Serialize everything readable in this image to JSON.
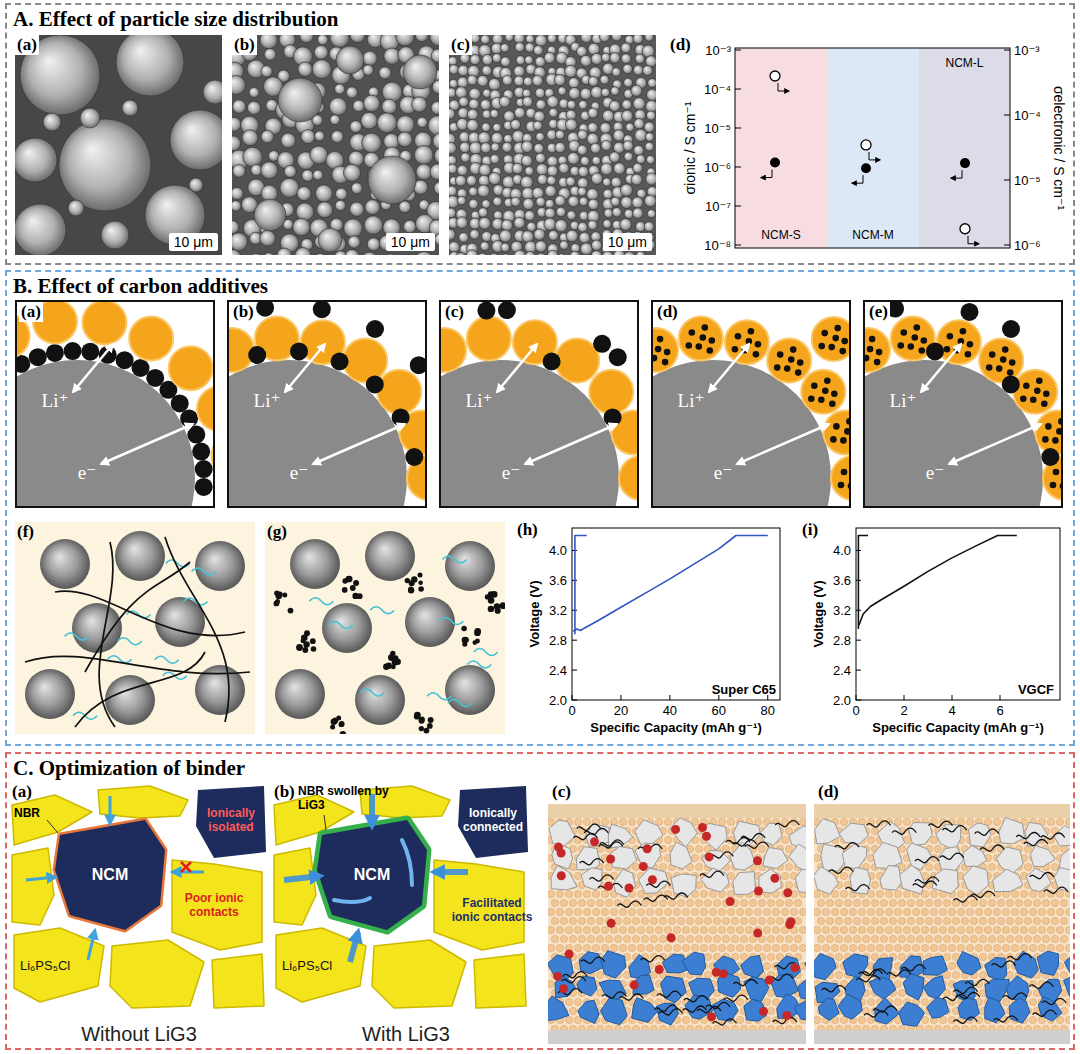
{
  "diagram": {
    "nodes": [
      {
        "text": [
          "A. Effect of particle size distribution"
        ]
      },
      {
        "text": [
          "(a)",
          "10 μm"
        ],
        "in": 0
      },
      {
        "text": [
          "(b)",
          "10 μm"
        ],
        "in": 0
      },
      {
        "text": [
          "(c)",
          "10 μm"
        ],
        "in": 0
      },
      {
        "text": [
          "(d)"
        ],
        "in": 0
      },
      {
        "text": [
          "NCM-S"
        ],
        "in": 4
      },
      {
        "text": [
          "NCM-M"
        ],
        "in": 4
      },
      {
        "text": [
          "NCM-L"
        ],
        "in": 4
      },
      {
        "text": [
          "B. Effect of carbon additives"
        ]
      },
      {
        "text": [
          "(a)"
        ],
        "in": 8
      },
      {
        "text": [
          "(b)"
        ],
        "in": 8
      },
      {
        "text": [
          "(c)"
        ],
        "in": 8
      },
      {
        "text": [
          "(d)"
        ],
        "in": 8
      },
      {
        "text": [
          "(e)"
        ],
        "in": 8
      },
      {
        "text": [
          "(f)"
        ],
        "in": 8
      },
      {
        "text": [
          "(g)"
        ],
        "in": 8
      },
      {
        "text": [
          "(h)",
          "Super C65"
        ],
        "in": 8
      },
      {
        "text": [
          "(i)",
          "VGCF"
        ],
        "in": 8
      },
      {
        "text": [
          "C. Optimization of binder"
        ]
      },
      {
        "text": [
          "(a)",
          "Without LiG3"
        ],
        "in": 18
      },
      {
        "text": [
          "NCM"
        ],
        "in": 19
      },
      {
        "text": [
          "Ionically isolated"
        ],
        "in": 19
      },
      {
        "text": [
          "(b)",
          "With LiG3"
        ],
        "in": 18
      },
      {
        "text": [
          "NCM"
        ],
        "in": 22
      },
      {
        "text": [
          "Ionically connected"
        ],
        "in": 22
      },
      {
        "text": [
          "(c)"
        ],
        "in": 18
      },
      {
        "text": [
          "(d)"
        ],
        "in": 18
      }
    ],
    "labels": [
      "σionic / S cm⁻¹",
      "σelectronic / S cm⁻¹",
      "10⁻³",
      "10⁻⁴",
      "10⁻⁵",
      "10⁻⁶",
      "10⁻⁷",
      "10⁻⁸",
      "10⁻³",
      "10⁻⁴",
      "10⁻⁵",
      "10⁻⁶",
      "Li⁺",
      "e⁻",
      "Li⁺",
      "e⁻",
      "Li⁺",
      "e⁻",
      "Li⁺",
      "e⁻",
      "Li⁺",
      "e⁻",
      "Voltage (V)",
      "4.0",
      "3.6",
      "3.2",
      "2.8",
      "2.4",
      "2.0",
      "0",
      "20",
      "40",
      "60",
      "80",
      "Specific Capacity (mAh g⁻¹)",
      "Voltage (V)",
      "4.0",
      "3.6",
      "3.2",
      "2.8",
      "2.4",
      "2.0",
      "0",
      "2",
      "4",
      "6",
      "Specific Capacity (mAh g⁻¹)",
      "NBR",
      "Li₆PS₅Cl",
      "Poor ionic contacts",
      "NBR swollen by LiG3",
      "Li₆PS₅Cl",
      "Facilitated ionic contacts"
    ]
  }
}
